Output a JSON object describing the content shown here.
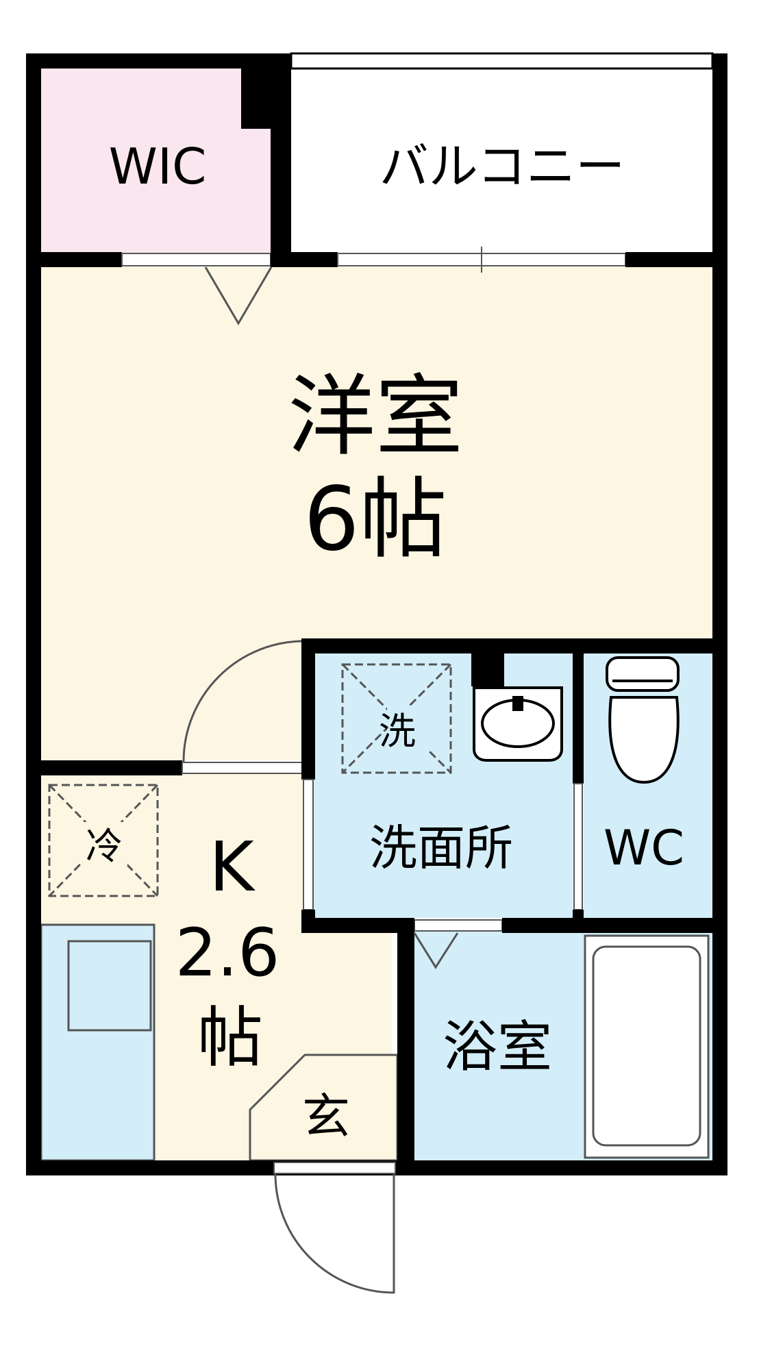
{
  "floor_plan": {
    "rooms": {
      "wic": {
        "label": "WIC",
        "color": "#fae6ef"
      },
      "balcony": {
        "label": "バルコニー",
        "color": "#ffffff"
      },
      "western_room": {
        "name": "洋室",
        "size": "6帖",
        "color": "#fdf6e3"
      },
      "kitchen": {
        "name": "K",
        "size_number": "2.6",
        "size_unit": "帖",
        "color": "#fdf6e3"
      },
      "entrance": {
        "label": "玄",
        "color": "#fdf6e3"
      },
      "washroom": {
        "label": "洗面所",
        "color": "#d3eef9"
      },
      "toilet": {
        "label": "WC",
        "color": "#d3eef9"
      },
      "bathroom": {
        "label": "浴室",
        "color": "#d3eef9"
      }
    },
    "fixtures": {
      "washing_machine": {
        "label": "洗"
      },
      "refrigerator": {
        "label": "冷"
      }
    },
    "colors": {
      "wall": "#000000",
      "line": "#555555"
    }
  }
}
